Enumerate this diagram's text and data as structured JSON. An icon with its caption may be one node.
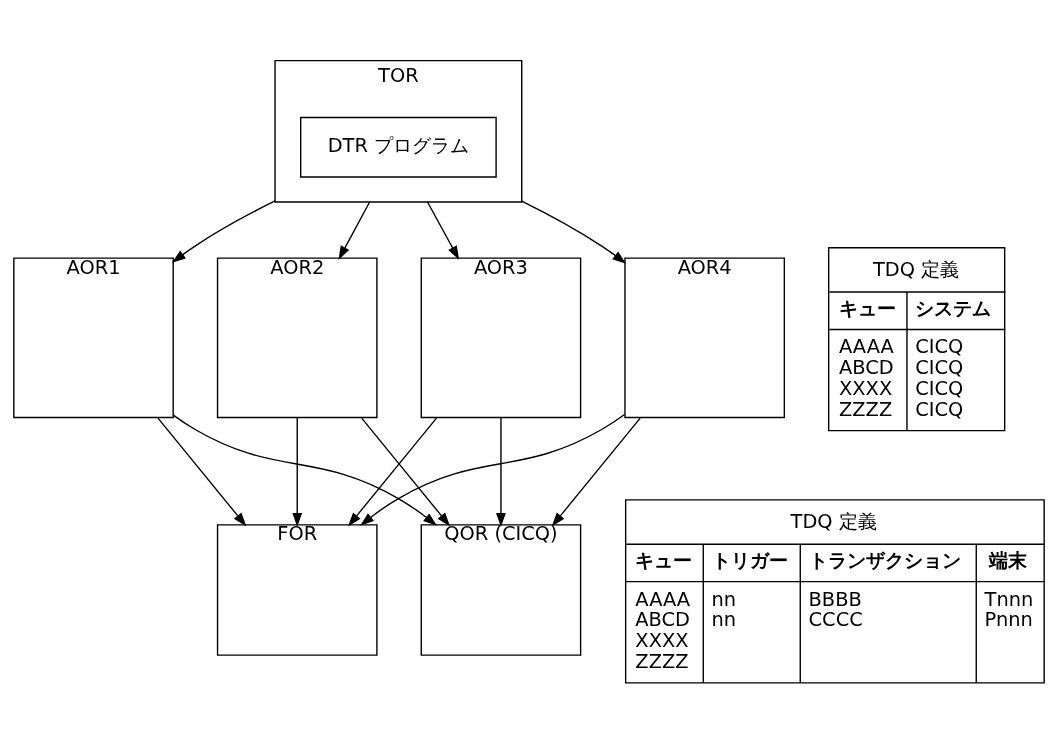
{
  "diagram": {
    "nodes": [
      {
        "text": [
          "TOR"
        ]
      },
      {
        "text": [
          "DTR プログラム"
        ],
        "in": 0
      },
      {
        "text": [
          "AOR1"
        ]
      },
      {
        "text": [
          "AOR2"
        ]
      },
      {
        "text": [
          "AOR3"
        ]
      },
      {
        "text": [
          "AOR4"
        ]
      },
      {
        "text": [
          "FOR"
        ]
      },
      {
        "text": [
          "QOR (CICQ)"
        ]
      },
      {
        "text": [
          "TDQ 定義",
          "キュー",
          "システム",
          "AAAA",
          "CICQ",
          "ABCD",
          "CICQ",
          "XXXX",
          "CICQ",
          "ZZZZ",
          "CICQ"
        ]
      },
      {
        "text": [
          "TDQ 定義",
          "キュー",
          "トリガー",
          "トランザクション",
          "端末",
          "AAAA",
          "nn",
          "BBBB",
          "Tnnn",
          "ABCD",
          "nn",
          "CCCC",
          "Pnnn",
          "XXXX",
          "ZZZZ"
        ]
      }
    ],
    "edges": [
      {
        "from": 0,
        "to": 2,
        "arrow": "to"
      },
      {
        "from": 0,
        "to": 3,
        "arrow": "to"
      },
      {
        "from": 0,
        "to": 4,
        "arrow": "to"
      },
      {
        "from": 0,
        "to": 5,
        "arrow": "to"
      },
      {
        "from": 2,
        "to": 6,
        "arrow": "to"
      },
      {
        "from": 3,
        "to": 6,
        "arrow": "to"
      },
      {
        "from": 4,
        "to": 6,
        "arrow": "to"
      },
      {
        "from": 5,
        "to": 6,
        "arrow": "to"
      },
      {
        "from": 2,
        "to": 7,
        "arrow": "to"
      },
      {
        "from": 3,
        "to": 7,
        "arrow": "to"
      },
      {
        "from": 4,
        "to": 7,
        "arrow": "to"
      },
      {
        "from": 5,
        "to": 7,
        "arrow": "to"
      }
    ]
  }
}
